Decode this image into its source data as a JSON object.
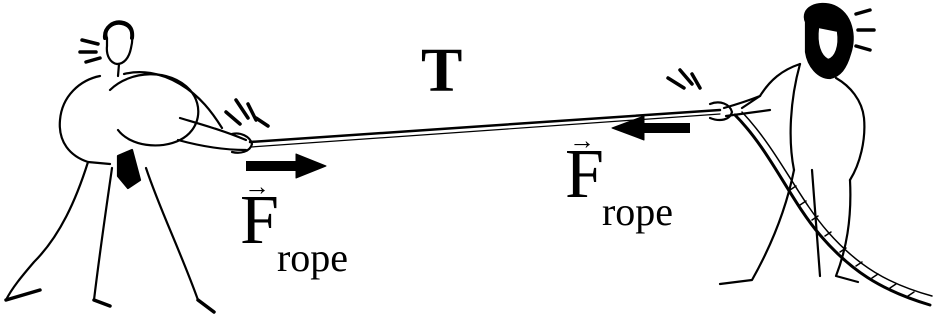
{
  "tension_label": "T",
  "force_left": {
    "symbol": "F",
    "vector_mark": "→",
    "subscript": "rope",
    "arrow_direction": "right"
  },
  "force_right": {
    "symbol": "F",
    "vector_mark": "→",
    "subscript": "rope",
    "arrow_direction": "left"
  },
  "figures": {
    "left": {
      "icon": "man-pulling-rope-icon"
    },
    "right": {
      "icon": "woman-pulling-rope-icon"
    },
    "rope": {
      "icon": "rope-icon"
    }
  },
  "colors": {
    "ink": "#000000",
    "background": "#ffffff"
  }
}
